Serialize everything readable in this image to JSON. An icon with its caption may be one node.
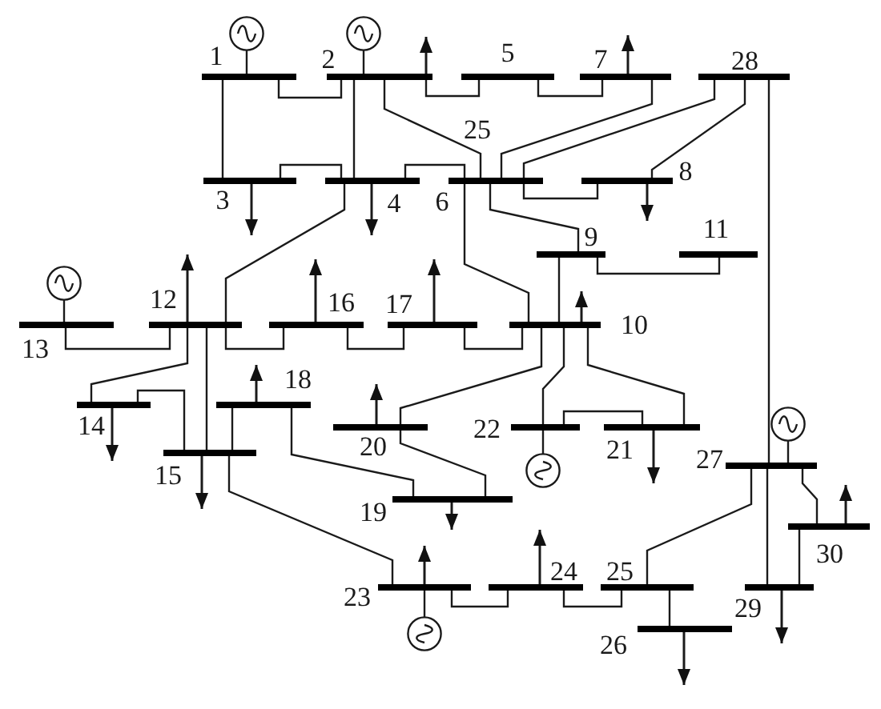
{
  "diagram": {
    "nodes": [
      {
        "text": [],
        "shape": "circle"
      },
      {
        "text": [],
        "shape": "circle"
      },
      {
        "text": [],
        "shape": "bar",
        "beside": [
          "1"
        ]
      },
      {
        "text": [],
        "shape": "bar",
        "beside": [
          "2"
        ]
      },
      {
        "text": [],
        "shape": "bar",
        "beside": [
          "5"
        ]
      },
      {
        "text": [],
        "shape": "bar",
        "beside": [
          "7"
        ]
      },
      {
        "text": [],
        "shape": "bar",
        "beside": [
          "28"
        ]
      },
      {
        "text": [],
        "shape": "bar",
        "beside": [
          "3"
        ]
      },
      {
        "text": [],
        "shape": "bar",
        "beside": [
          "4"
        ]
      },
      {
        "text": [],
        "shape": "bar",
        "beside": [
          "6"
        ]
      },
      {
        "text": [],
        "shape": "bar",
        "beside": [
          "8"
        ]
      },
      {
        "text": [],
        "shape": "bar",
        "beside": [
          "9"
        ]
      },
      {
        "text": [],
        "shape": "bar",
        "beside": [
          "11"
        ]
      },
      {
        "text": [],
        "shape": "circle"
      },
      {
        "text": [],
        "shape": "bar",
        "beside": [
          "13"
        ]
      },
      {
        "text": [],
        "shape": "bar",
        "beside": [
          "12"
        ]
      },
      {
        "text": [],
        "shape": "bar",
        "beside": [
          "16"
        ]
      },
      {
        "text": [],
        "shape": "bar",
        "beside": [
          "17"
        ]
      },
      {
        "text": [],
        "shape": "bar",
        "beside": [
          "10"
        ]
      },
      {
        "text": [],
        "shape": "bar",
        "beside": [
          "14"
        ]
      },
      {
        "text": [],
        "shape": "bar",
        "beside": [
          "18"
        ]
      },
      {
        "text": [],
        "shape": "circle"
      },
      {
        "text": [],
        "shape": "bar",
        "beside": [
          "20"
        ]
      },
      {
        "text": [],
        "shape": "bar",
        "beside": [
          "22"
        ]
      },
      {
        "text": [],
        "shape": "bar",
        "beside": [
          "21"
        ]
      },
      {
        "text": [],
        "shape": "bar",
        "beside": [
          "15"
        ]
      },
      {
        "text": [],
        "shape": "bar",
        "beside": [
          "27"
        ]
      },
      {
        "text": [],
        "shape": "circle"
      },
      {
        "text": [],
        "shape": "bar",
        "beside": [
          "19"
        ]
      },
      {
        "text": [],
        "shape": "bar",
        "beside": [
          "30"
        ]
      },
      {
        "text": [],
        "shape": "bar",
        "beside": [
          "23"
        ]
      },
      {
        "text": [],
        "shape": "bar",
        "beside": [
          "24"
        ]
      },
      {
        "text": [],
        "shape": "bar",
        "beside": [
          "25"
        ]
      },
      {
        "text": [],
        "shape": "bar",
        "beside": [
          "29"
        ]
      },
      {
        "text": [],
        "shape": "bar",
        "beside": [
          "26"
        ]
      },
      {
        "text": [],
        "shape": "circle"
      }
    ],
    "edges": [
      {
        "from": 0,
        "to": 2,
        "arrow": "none"
      },
      {
        "from": 1,
        "to": 3,
        "arrow": "none"
      },
      {
        "from": 13,
        "to": 14,
        "arrow": "none"
      },
      {
        "from": 21,
        "to": 26,
        "arrow": "none"
      },
      {
        "from": 27,
        "to": 23,
        "arrow": "none"
      },
      {
        "from": 35,
        "to": 30,
        "arrow": "none"
      },
      {
        "from": 2,
        "to": 3,
        "arrow": "none"
      },
      {
        "from": 2,
        "to": 7,
        "arrow": "none"
      },
      {
        "from": 3,
        "to": 8,
        "arrow": "none"
      },
      {
        "from": 3,
        "to": 4,
        "arrow": "none"
      },
      {
        "from": 3,
        "to": 9,
        "arrow": "none"
      },
      {
        "from": 7,
        "to": 8,
        "arrow": "none"
      },
      {
        "from": 8,
        "to": 9,
        "arrow": "none"
      },
      {
        "from": 8,
        "to": 15,
        "arrow": "none"
      },
      {
        "from": 4,
        "to": 5,
        "arrow": "none"
      },
      {
        "from": 9,
        "to": 5,
        "arrow": "none"
      },
      {
        "from": 9,
        "to": 10,
        "arrow": "none"
      },
      {
        "from": 9,
        "to": 6,
        "arrow": "none"
      },
      {
        "from": 10,
        "to": 6,
        "arrow": "none"
      },
      {
        "from": 9,
        "to": 11,
        "arrow": "none"
      },
      {
        "from": 9,
        "to": 18,
        "arrow": "none"
      },
      {
        "from": 11,
        "to": 12,
        "arrow": "none"
      },
      {
        "from": 11,
        "to": 18,
        "arrow": "none"
      },
      {
        "from": 15,
        "to": 14,
        "arrow": "none"
      },
      {
        "from": 15,
        "to": 19,
        "arrow": "none"
      },
      {
        "from": 15,
        "to": 25,
        "arrow": "none"
      },
      {
        "from": 15,
        "to": 16,
        "arrow": "none"
      },
      {
        "from": 19,
        "to": 25,
        "arrow": "none"
      },
      {
        "from": 16,
        "to": 17,
        "arrow": "none"
      },
      {
        "from": 17,
        "to": 18,
        "arrow": "none"
      },
      {
        "from": 25,
        "to": 20,
        "arrow": "none"
      },
      {
        "from": 20,
        "to": 28,
        "arrow": "none"
      },
      {
        "from": 28,
        "to": 22,
        "arrow": "none"
      },
      {
        "from": 18,
        "to": 22,
        "arrow": "none"
      },
      {
        "from": 18,
        "to": 23,
        "arrow": "none"
      },
      {
        "from": 18,
        "to": 24,
        "arrow": "none"
      },
      {
        "from": 23,
        "to": 24,
        "arrow": "none"
      },
      {
        "from": 25,
        "to": 30,
        "arrow": "none"
      },
      {
        "from": 30,
        "to": 31,
        "arrow": "none"
      },
      {
        "from": 31,
        "to": 32,
        "arrow": "none"
      },
      {
        "from": 32,
        "to": 34,
        "arrow": "none"
      },
      {
        "from": 32,
        "to": 26,
        "arrow": "none"
      },
      {
        "from": 6,
        "to": 26,
        "arrow": "none"
      },
      {
        "from": 26,
        "to": 33,
        "arrow": "none"
      },
      {
        "from": 26,
        "to": 29,
        "arrow": "none"
      },
      {
        "from": 29,
        "to": 33,
        "arrow": "none"
      },
      {
        "from": 3,
        "to": null,
        "arrow": "to"
      },
      {
        "from": 5,
        "to": null,
        "arrow": "to"
      },
      {
        "from": 7,
        "to": null,
        "arrow": "to"
      },
      {
        "from": 8,
        "to": null,
        "arrow": "to"
      },
      {
        "from": 10,
        "to": null,
        "arrow": "to"
      },
      {
        "from": 18,
        "to": null,
        "arrow": "to"
      },
      {
        "from": 15,
        "to": null,
        "arrow": "to"
      },
      {
        "from": 16,
        "to": null,
        "arrow": "to"
      },
      {
        "from": 17,
        "to": null,
        "arrow": "to"
      },
      {
        "from": 20,
        "to": null,
        "arrow": "to"
      },
      {
        "from": 22,
        "to": null,
        "arrow": "to"
      },
      {
        "from": 19,
        "to": null,
        "arrow": "to"
      },
      {
        "from": 25,
        "to": null,
        "arrow": "to"
      },
      {
        "from": 28,
        "to": null,
        "arrow": "to"
      },
      {
        "from": 24,
        "to": null,
        "arrow": "to"
      },
      {
        "from": 30,
        "to": null,
        "arrow": "to"
      },
      {
        "from": 31,
        "to": null,
        "arrow": "to"
      },
      {
        "from": 34,
        "to": null,
        "arrow": "to"
      },
      {
        "from": 33,
        "to": null,
        "arrow": "to"
      },
      {
        "from": 29,
        "to": null,
        "arrow": "to"
      }
    ],
    "labels": [
      "25"
    ]
  }
}
